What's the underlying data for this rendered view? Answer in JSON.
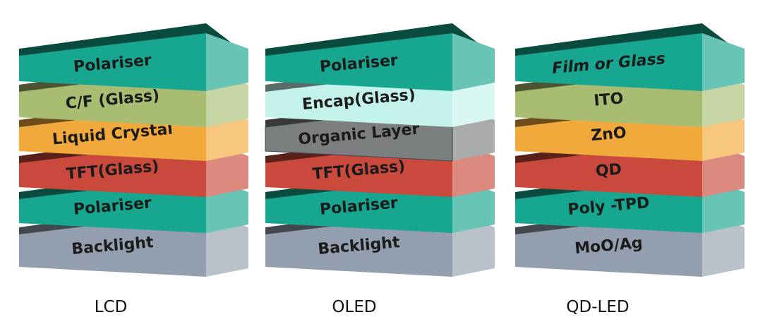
{
  "stacks": [
    {
      "title": "LCD",
      "layers": [
        {
          "label": "Polariser",
          "color": "#17a68f",
          "italic": false
        },
        {
          "label": "C/F (Glass)",
          "color": "#a9bd72",
          "italic": false
        },
        {
          "label": "Liquid Crystal",
          "color": "#f2a93b",
          "italic": false
        },
        {
          "label": "TFT(Glass)",
          "color": "#c94a3c",
          "italic": false
        },
        {
          "label": "Polariser",
          "color": "#17a68f",
          "italic": false
        },
        {
          "label": "Backlight",
          "color": "#939fae",
          "italic": false
        }
      ]
    },
    {
      "title": "OLED",
      "layers": [
        {
          "label": "Polariser",
          "color": "#17a68f",
          "italic": false
        },
        {
          "label": "Encap(Glass)",
          "color": "#c4f3ec",
          "italic": false
        },
        {
          "label": "Organic Layer",
          "color": "#7c7f7f",
          "italic": false
        },
        {
          "label": "TFT(Glass)",
          "color": "#c94a3c",
          "italic": false
        },
        {
          "label": "Polariser",
          "color": "#17a68f",
          "italic": false
        },
        {
          "label": "Backlight",
          "color": "#939fae",
          "italic": false
        }
      ]
    },
    {
      "title": "QD-LED",
      "layers": [
        {
          "label": "Film or Glass",
          "color": "#17a68f",
          "italic": true
        },
        {
          "label": "ITO",
          "color": "#a9bd72",
          "italic": false
        },
        {
          "label": "ZnO",
          "color": "#f2a93b",
          "italic": false
        },
        {
          "label": "QD",
          "color": "#c94a3c",
          "italic": false
        },
        {
          "label": "Poly -TPD",
          "color": "#17a68f",
          "italic": false
        },
        {
          "label": "MoO/Ag",
          "color": "#939fae",
          "italic": false
        }
      ]
    }
  ]
}
